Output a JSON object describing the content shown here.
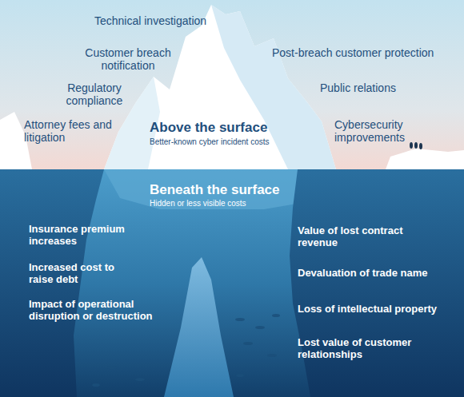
{
  "diagram": {
    "labels": [
      "Technical investigation",
      "Customer breach notification",
      "Post-breach customer protection",
      "Regulatory compliance",
      "Public relations",
      "Attorney fees and litigation",
      "Above the surface",
      "Better-known cyber incident costs",
      "Cybersecurity improvements",
      "Beneath the surface",
      "Hidden or less visible costs",
      "Insurance premium increases",
      "Value of lost contract revenue",
      "Increased cost to raise debt",
      "Devaluation of trade name",
      "Impact of operational disruption or destruction",
      "Loss of intellectual property",
      "Lost value of customer relationships"
    ]
  }
}
